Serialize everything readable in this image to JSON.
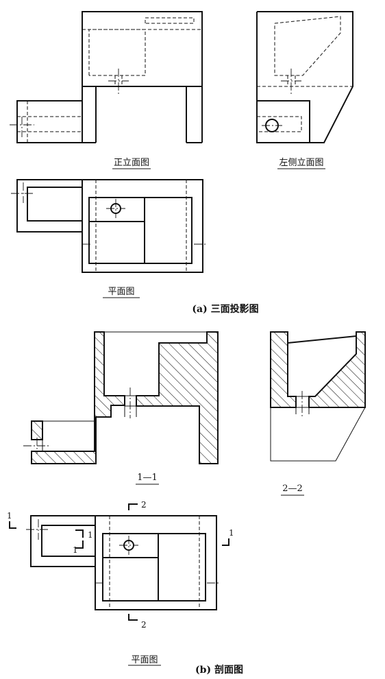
{
  "labels": {
    "front_view": "正立面图",
    "left_view": "左侧立面图",
    "plan_view_a": "平面图",
    "caption_a": "(a) 三面投影图",
    "section_1": "1—1",
    "section_2": "2—2",
    "plan_view_b": "平面图",
    "caption_b": "(b) 剖面图"
  },
  "cut_marks": {
    "one": "1",
    "two": "2"
  }
}
